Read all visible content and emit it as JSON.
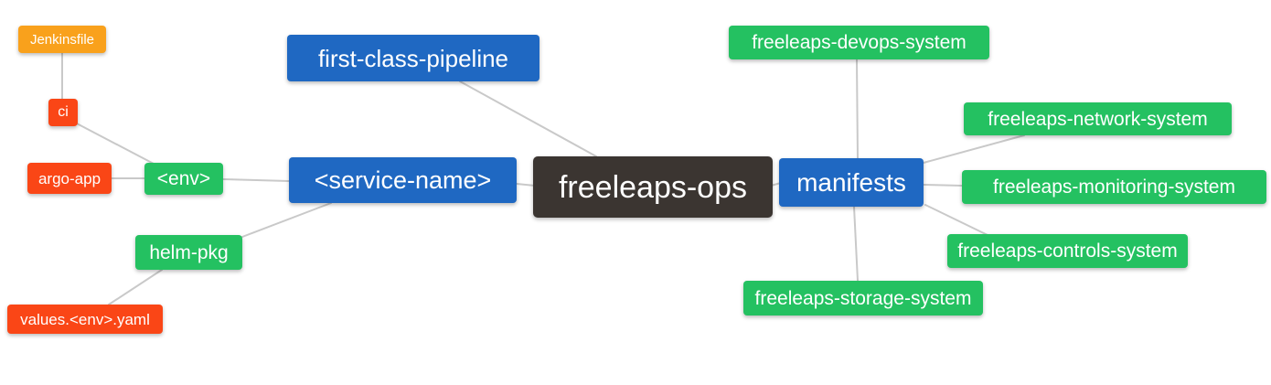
{
  "palette": {
    "blue": "#1f68c2",
    "green": "#24c161",
    "orange": "#f9a11c",
    "red": "#fa4616",
    "dark": "#3b3531",
    "edge": "#c9c9c9",
    "text": "#ffffff",
    "background": "#ffffff"
  },
  "nodes": {
    "jenkinsfile": {
      "label": "Jenkinsfile",
      "color": "orange"
    },
    "ci": {
      "label": "ci",
      "color": "red"
    },
    "argo_app": {
      "label": "argo-app",
      "color": "red"
    },
    "env": {
      "label": "<env>",
      "color": "green"
    },
    "helm_pkg": {
      "label": "helm-pkg",
      "color": "green"
    },
    "values_yaml": {
      "label": "values.<env>.yaml",
      "color": "red"
    },
    "first_class_pipeline": {
      "label": "first-class-pipeline",
      "color": "blue"
    },
    "service_name": {
      "label": "<service-name>",
      "color": "blue"
    },
    "freeleaps_ops": {
      "label": "freeleaps-ops",
      "color": "dark"
    },
    "manifests": {
      "label": "manifests",
      "color": "blue"
    },
    "devops_system": {
      "label": "freeleaps-devops-system",
      "color": "green"
    },
    "network_system": {
      "label": "freeleaps-network-system",
      "color": "green"
    },
    "monitoring_system": {
      "label": "freeleaps-monitoring-system",
      "color": "green"
    },
    "controls_system": {
      "label": "freeleaps-controls-system",
      "color": "green"
    },
    "storage_system": {
      "label": "freeleaps-storage-system",
      "color": "green"
    }
  },
  "edges": [
    [
      "jenkinsfile",
      "ci"
    ],
    [
      "ci",
      "env"
    ],
    [
      "argo_app",
      "env"
    ],
    [
      "env",
      "service_name"
    ],
    [
      "service_name",
      "helm_pkg"
    ],
    [
      "helm_pkg",
      "values_yaml"
    ],
    [
      "first_class_pipeline",
      "freeleaps_ops"
    ],
    [
      "service_name",
      "freeleaps_ops"
    ],
    [
      "freeleaps_ops",
      "manifests"
    ],
    [
      "manifests",
      "devops_system"
    ],
    [
      "manifests",
      "network_system"
    ],
    [
      "manifests",
      "monitoring_system"
    ],
    [
      "manifests",
      "controls_system"
    ],
    [
      "manifests",
      "storage_system"
    ]
  ]
}
